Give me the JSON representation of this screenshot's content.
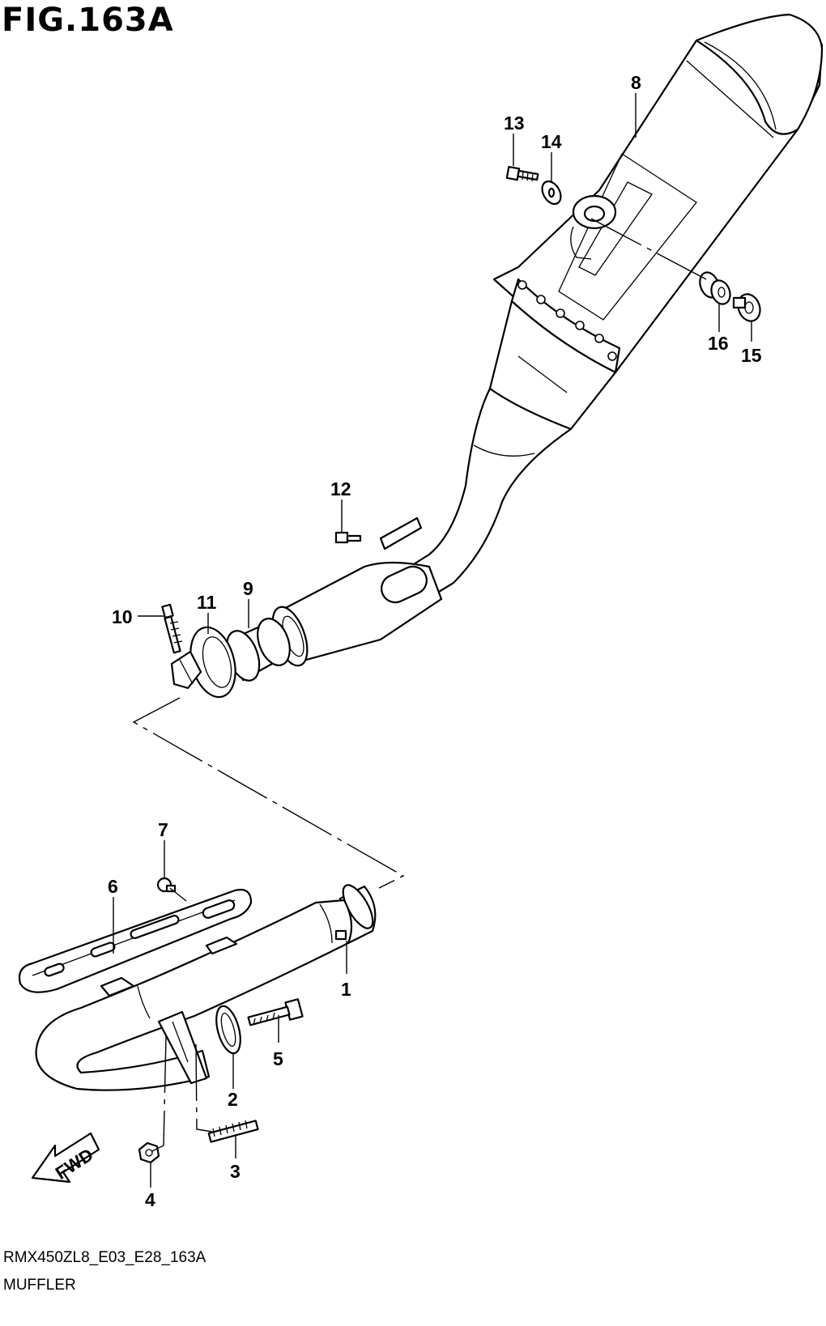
{
  "figure": {
    "title": "FIG.163A",
    "model_code": "RMX450ZL8_E03_E28_163A",
    "caption": "MUFFLER",
    "direction_label": "FWD"
  },
  "callouts": [
    {
      "id": "1",
      "label": "1"
    },
    {
      "id": "2",
      "label": "2"
    },
    {
      "id": "3",
      "label": "3"
    },
    {
      "id": "4",
      "label": "4"
    },
    {
      "id": "5",
      "label": "5"
    },
    {
      "id": "6",
      "label": "6"
    },
    {
      "id": "7",
      "label": "7"
    },
    {
      "id": "8",
      "label": "8"
    },
    {
      "id": "9",
      "label": "9"
    },
    {
      "id": "10",
      "label": "10"
    },
    {
      "id": "11",
      "label": "11"
    },
    {
      "id": "12",
      "label": "12"
    },
    {
      "id": "13",
      "label": "13"
    },
    {
      "id": "14",
      "label": "14"
    },
    {
      "id": "15",
      "label": "15"
    },
    {
      "id": "16",
      "label": "16"
    }
  ]
}
